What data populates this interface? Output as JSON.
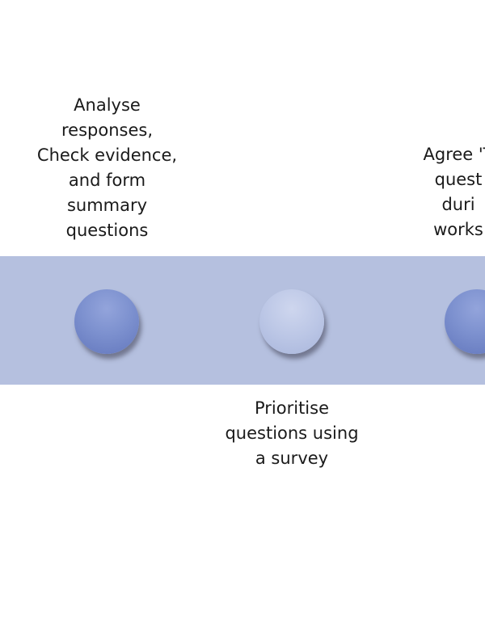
{
  "steps": [
    {
      "label": "Analyse\nresponses,\nCheck evidence,\nand form\nsummary\nquestions"
    },
    {
      "label": "Prioritise\nquestions using\na survey"
    },
    {
      "label": "Agree 'T\nquest\nduri\nworks"
    }
  ],
  "colors": {
    "band": "#b5c0df",
    "node_dark": "#7d91cf",
    "node_light": "#bcc7e6",
    "text": "#1a1a1a"
  }
}
